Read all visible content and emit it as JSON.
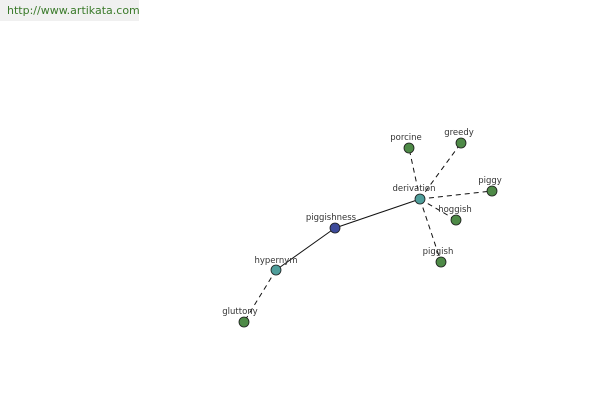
{
  "header": {
    "url": "http://www.artikata.com"
  },
  "graph": {
    "nodes": [
      {
        "id": "piggishness",
        "label": "piggishness",
        "kind": "center",
        "color": "#3d4a9a"
      },
      {
        "id": "derivation",
        "label": "derivation",
        "kind": "relation",
        "color": "#4f9e9b"
      },
      {
        "id": "hypernym",
        "label": "hypernym",
        "kind": "relation",
        "color": "#4f9e9b"
      },
      {
        "id": "porcine",
        "label": "porcine",
        "kind": "word",
        "color": "#4e8a47"
      },
      {
        "id": "greedy",
        "label": "greedy",
        "kind": "word",
        "color": "#4e8a47"
      },
      {
        "id": "piggy",
        "label": "piggy",
        "kind": "word",
        "color": "#4e8a47"
      },
      {
        "id": "hoggish",
        "label": "hoggish",
        "kind": "word",
        "color": "#4e8a47"
      },
      {
        "id": "piggish",
        "label": "piggish",
        "kind": "word",
        "color": "#4e8a47"
      },
      {
        "id": "gluttony",
        "label": "gluttony",
        "kind": "word",
        "color": "#4e8a47"
      }
    ],
    "edges": [
      {
        "from": "piggishness",
        "to": "derivation",
        "style": "solid"
      },
      {
        "from": "piggishness",
        "to": "hypernym",
        "style": "solid"
      },
      {
        "from": "derivation",
        "to": "porcine",
        "style": "dashed"
      },
      {
        "from": "derivation",
        "to": "greedy",
        "style": "dashed"
      },
      {
        "from": "derivation",
        "to": "piggy",
        "style": "dashed"
      },
      {
        "from": "derivation",
        "to": "hoggish",
        "style": "dashed"
      },
      {
        "from": "derivation",
        "to": "piggish",
        "style": "dashed"
      },
      {
        "from": "hypernym",
        "to": "gluttony",
        "style": "dashed"
      }
    ]
  }
}
